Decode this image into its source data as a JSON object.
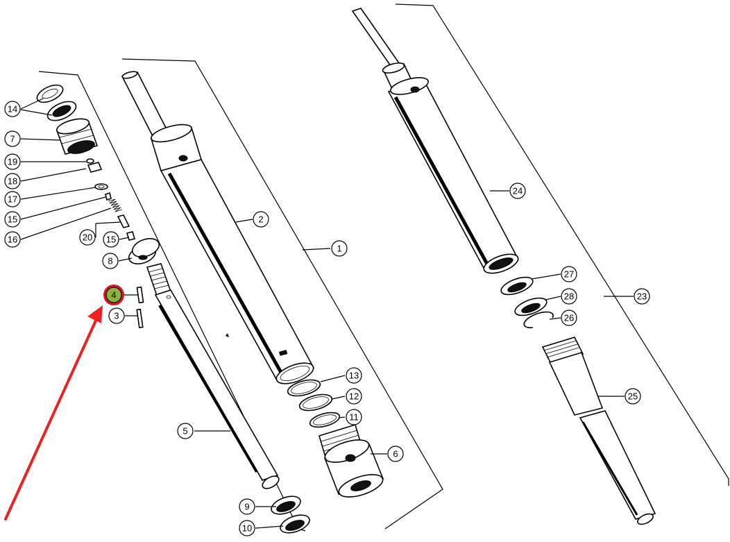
{
  "callouts": [
    {
      "num": "14"
    },
    {
      "num": "7"
    },
    {
      "num": "19"
    },
    {
      "num": "18"
    },
    {
      "num": "17"
    },
    {
      "num": "15"
    },
    {
      "num": "16"
    },
    {
      "num": "20"
    },
    {
      "num": "15"
    },
    {
      "num": "8"
    },
    {
      "num": "4",
      "highlighted": true
    },
    {
      "num": "3"
    },
    {
      "num": "5"
    },
    {
      "num": "9"
    },
    {
      "num": "10"
    },
    {
      "num": "2"
    },
    {
      "num": "1"
    },
    {
      "num": "13"
    },
    {
      "num": "12"
    },
    {
      "num": "11"
    },
    {
      "num": "6"
    },
    {
      "num": "24"
    },
    {
      "num": "27"
    },
    {
      "num": "28"
    },
    {
      "num": "26"
    },
    {
      "num": "23"
    },
    {
      "num": "25"
    }
  ],
  "colors": {
    "highlight_fill": "#8bb33a",
    "highlight_ring": "#e0141b",
    "arrow": "#ee2020"
  }
}
